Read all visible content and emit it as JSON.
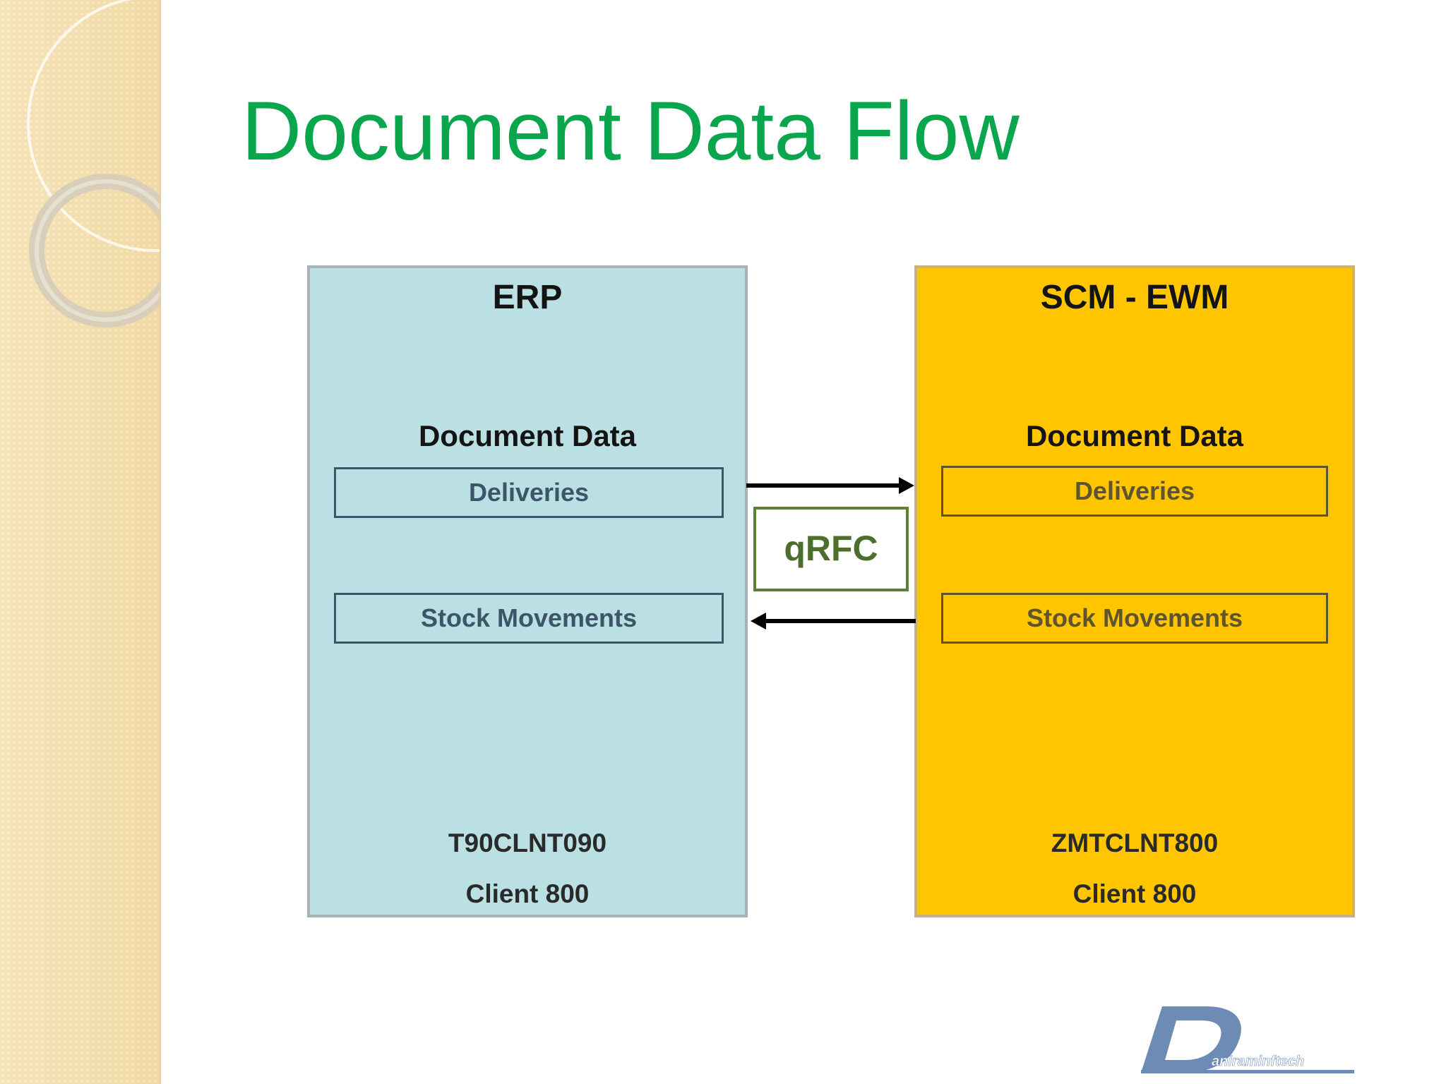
{
  "slide": {
    "title": "Document Data Flow"
  },
  "erp": {
    "heading": "ERP",
    "section_heading": "Document Data",
    "deliveries_label": "Deliveries",
    "stock_movements_label": "Stock Movements",
    "system_id": "T90CLNT090",
    "client": "Client 800"
  },
  "scm": {
    "heading": "SCM - EWM",
    "section_heading": "Document Data",
    "deliveries_label": "Deliveries",
    "stock_movements_label": "Stock Movements",
    "system_id": "ZMTCLNT800",
    "client": "Client 800"
  },
  "connector": {
    "label": "qRFC"
  },
  "logo": {
    "text": "aniraminftech"
  },
  "colors": {
    "title": "#0aa64d",
    "erp_panel": "#bae0e4",
    "scm_panel": "#ffc600",
    "qrfc_border": "#5e7f38"
  }
}
